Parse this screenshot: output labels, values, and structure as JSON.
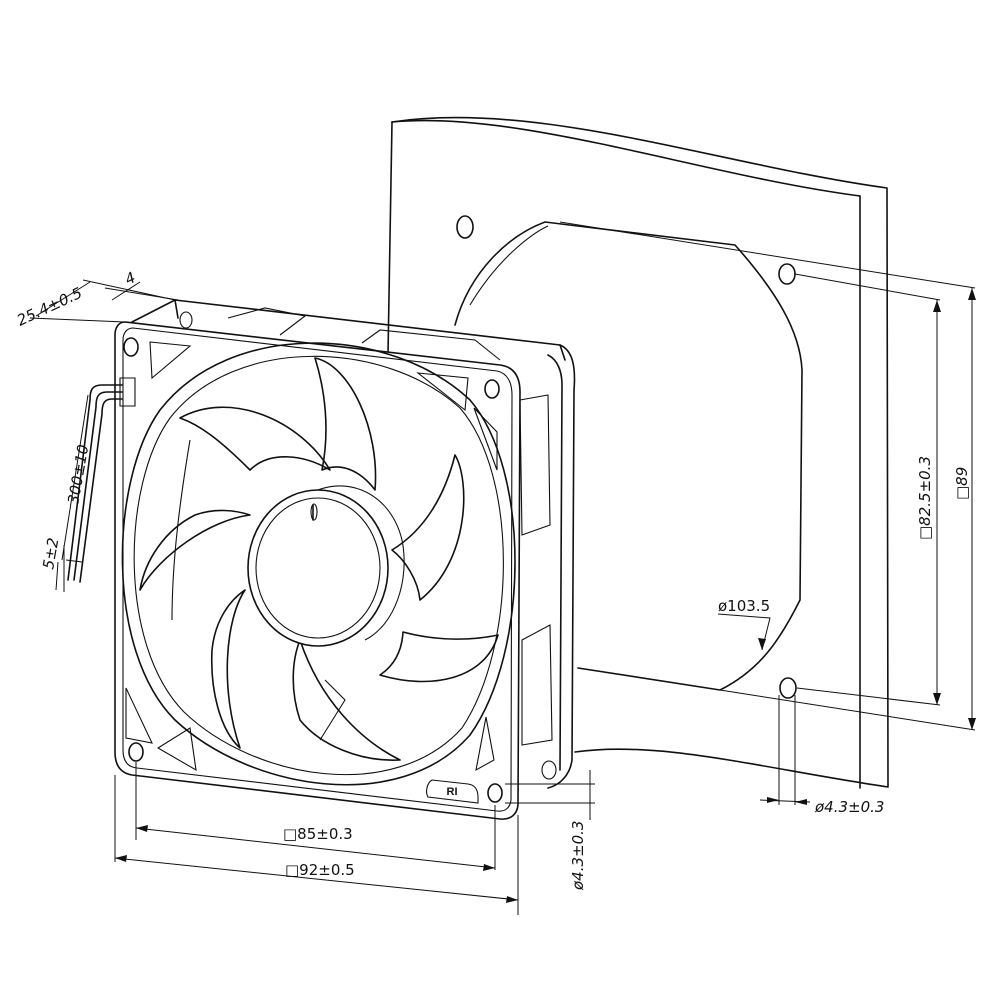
{
  "dimensions": {
    "depth": "25.4±0.5",
    "flange": "4",
    "lead_length": "300±10",
    "lead_strip": "5±2",
    "hole_spacing": "□85±0.3",
    "frame_size": "□92±0.5",
    "frame_hole_dia": "ø4.3±0.3",
    "panel_hole_spacing": "□82.5±0.3",
    "panel_size": "□89",
    "panel_cutout_dia": "ø103.5",
    "panel_hole_dia": "ø4.3±0.3"
  },
  "marking": "RI"
}
